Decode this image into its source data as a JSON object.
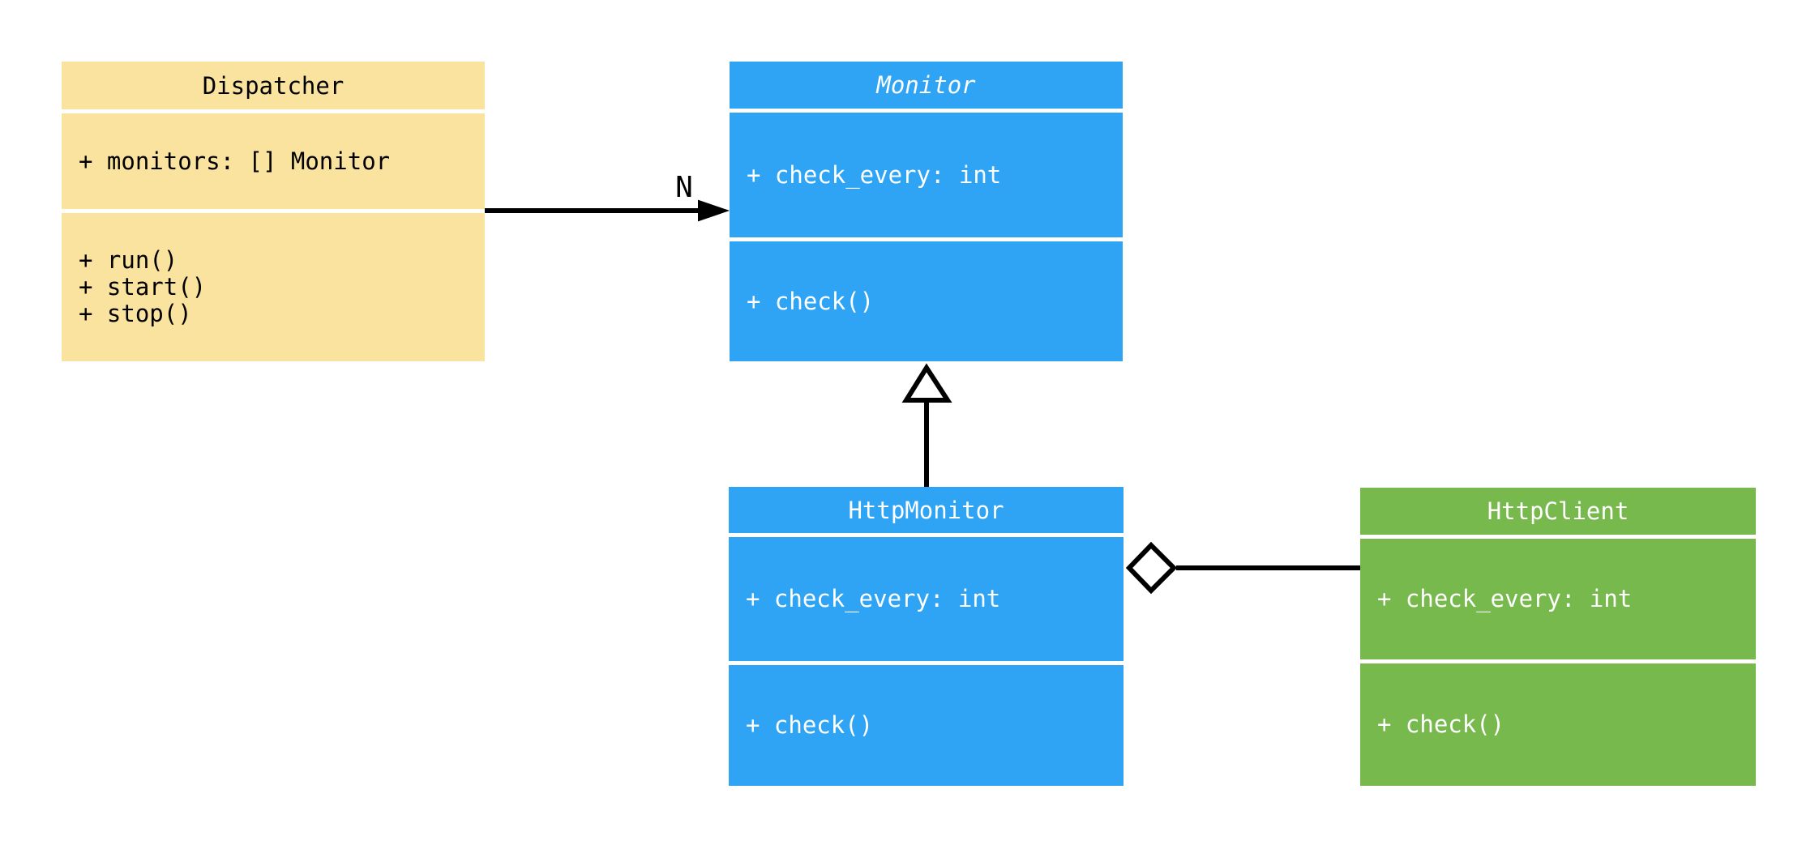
{
  "diagram": {
    "type": "uml-class-diagram",
    "background_color": "#ffffff",
    "line_color": "#000000",
    "classes": [
      {
        "name": "Dispatcher",
        "abstract": false,
        "fill": "#FAE29F",
        "text_color": "#000000",
        "attributes": [
          "+ monitors: [] Monitor"
        ],
        "methods": [
          "+ run()",
          "+ start()",
          "+ stop()"
        ]
      },
      {
        "name": "Monitor",
        "abstract": true,
        "fill": "#2FA4F4",
        "text_color": "#ffffff",
        "attributes": [
          "+ check_every: int"
        ],
        "methods": [
          "+ check()"
        ]
      },
      {
        "name": "HttpMonitor",
        "abstract": false,
        "fill": "#2FA4F4",
        "text_color": "#ffffff",
        "attributes": [
          "+ check_every: int"
        ],
        "methods": [
          "+ check()"
        ]
      },
      {
        "name": "HttpClient",
        "abstract": false,
        "fill": "#78B94D",
        "text_color": "#ffffff",
        "attributes": [
          "+ check_every: int"
        ],
        "methods": [
          "+ check()"
        ]
      }
    ],
    "edges": [
      {
        "type": "association",
        "from": "Dispatcher",
        "to": "Monitor",
        "label": "N",
        "arrowhead": "filled-arrow"
      },
      {
        "type": "inheritance",
        "from": "HttpMonitor",
        "to": "Monitor",
        "label": "",
        "arrowhead": "hollow-triangle"
      },
      {
        "type": "aggregation",
        "from": "HttpMonitor",
        "to": "HttpClient",
        "label": "",
        "arrowhead": "hollow-diamond"
      }
    ]
  }
}
